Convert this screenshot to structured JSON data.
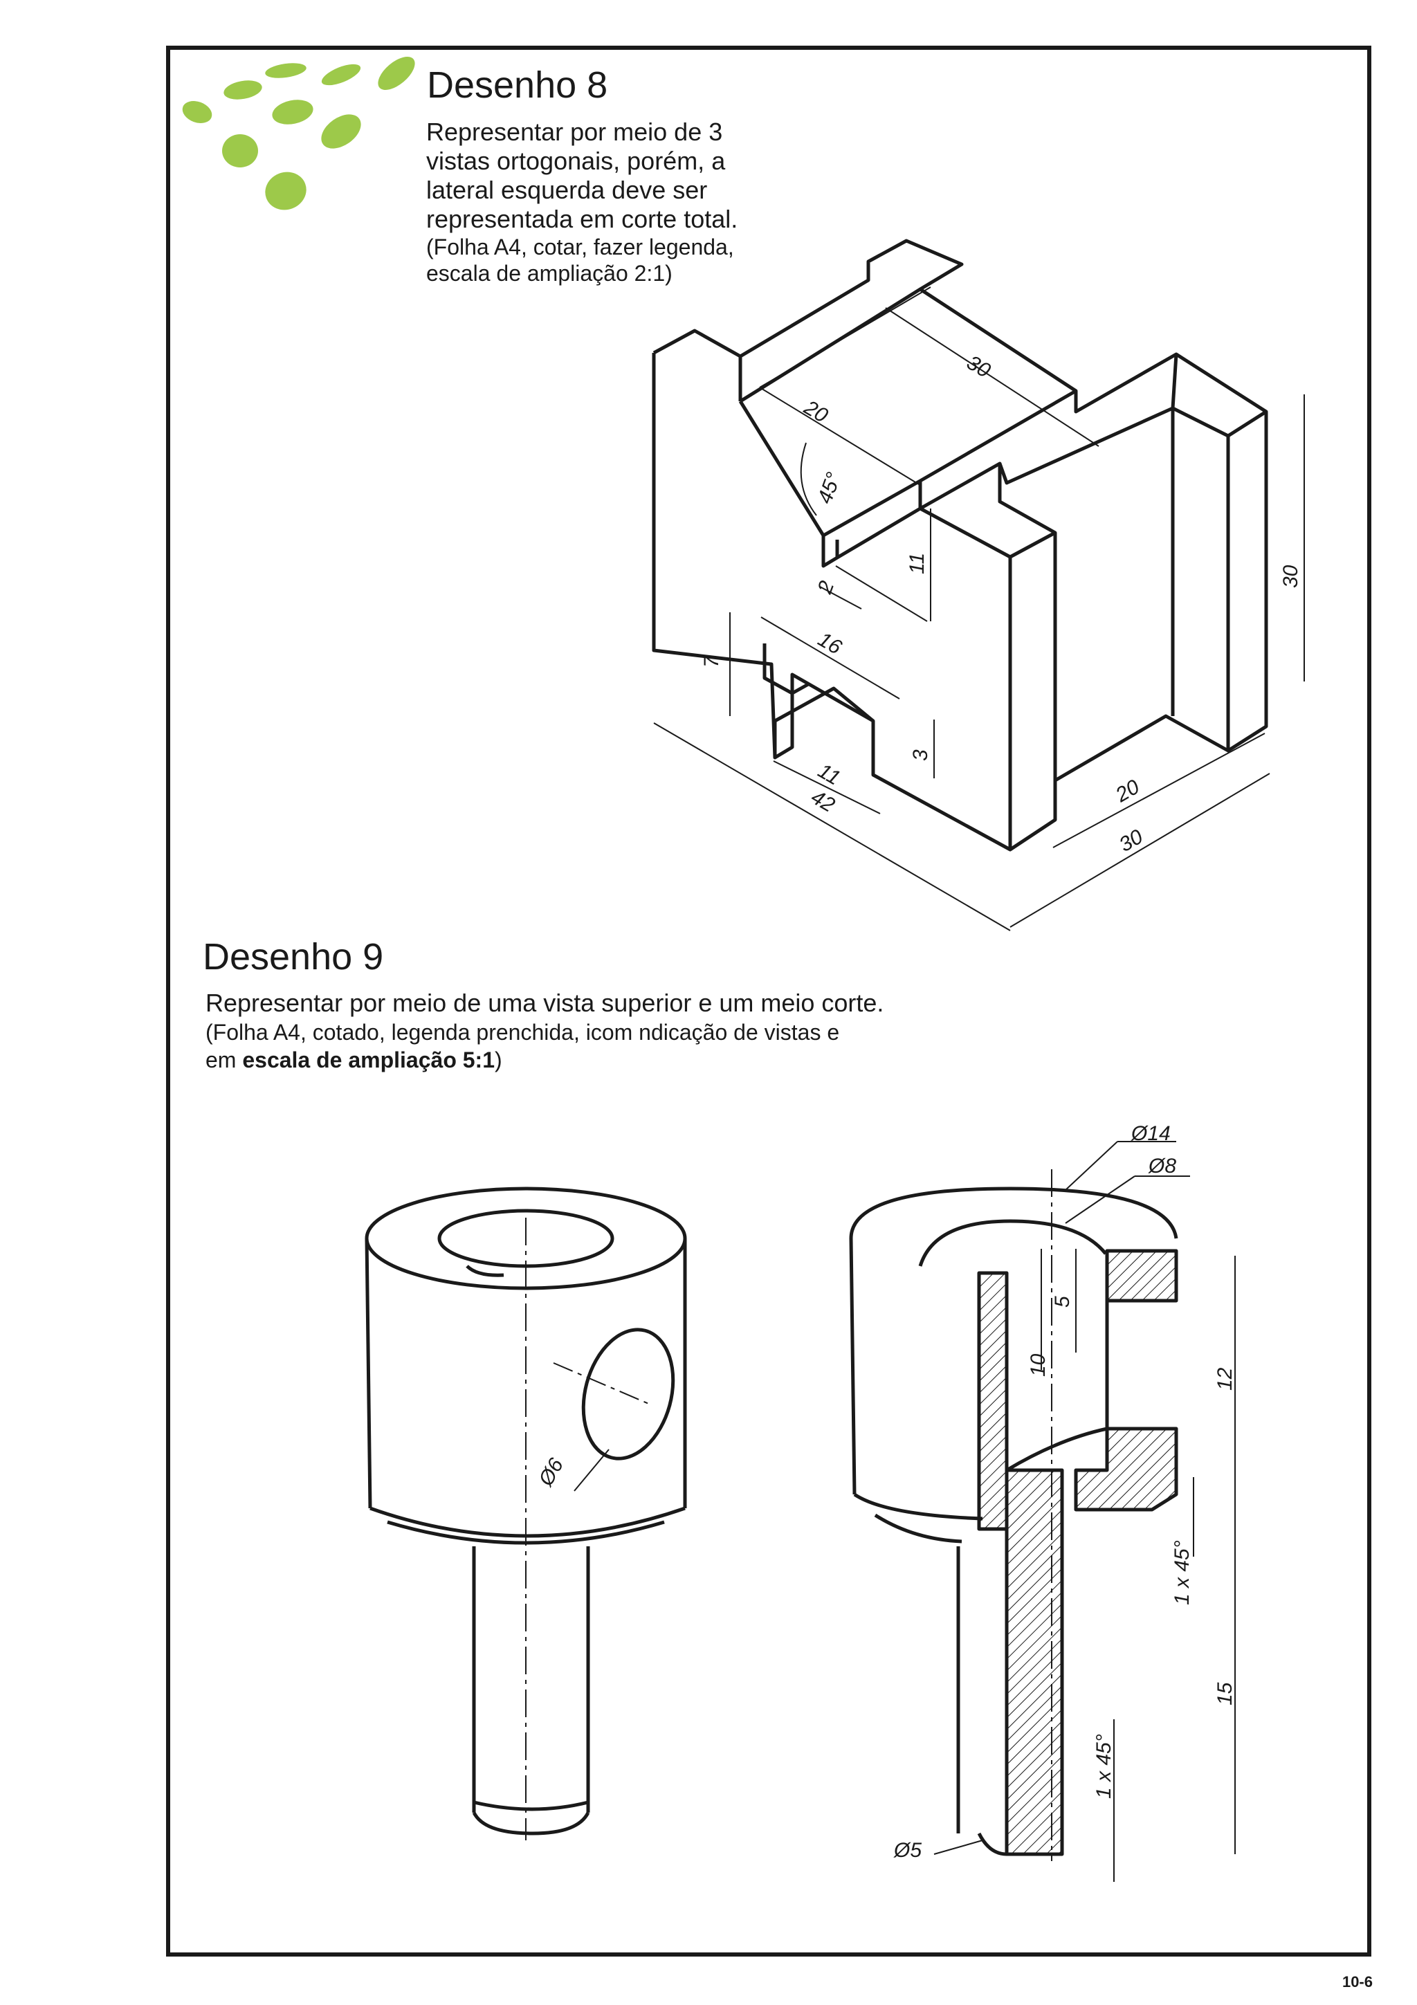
{
  "drawing8": {
    "title": "Desenho 8",
    "text": "Representar por meio de 3 vistas ortogonais, porém, a lateral esquerda deve ser representada em corte total.",
    "subtext": "(Folha A4, cotar, fazer legenda, escala de ampliação 2:1)",
    "dimensions": {
      "d30_top": "30",
      "d20_top": "20",
      "angle": "45°",
      "d11_mid": "11",
      "d2": "2",
      "d30_right": "30",
      "d16": "16",
      "d7": "7",
      "d3": "3",
      "d11_bottom": "11",
      "d42": "42",
      "d20_bottom": "20",
      "d30_bottom": "30"
    }
  },
  "drawing9": {
    "title": "Desenho 9",
    "text": "Representar por meio de uma vista superior e um meio corte.",
    "subtext": "(Folha A4, cotado, legenda prenchida, icom ndicação de vistas e",
    "subtext2_prefix": "em ",
    "subtext2_bold": "escala de ampliação 5:1",
    "subtext2_suffix": ")",
    "dimensions": {
      "d14": "Ø14",
      "d8": "Ø8",
      "d6": "Ø6",
      "d5_len": "5",
      "d10": "10",
      "d12": "12",
      "chamfer1": "1 x 45°",
      "d15": "15",
      "chamfer2": "1 x 45°",
      "d5_dia": "Ø5"
    }
  },
  "page_number": "10-6",
  "colors": {
    "logo_green": "#9dc94a",
    "ink": "#1a1a1a"
  }
}
